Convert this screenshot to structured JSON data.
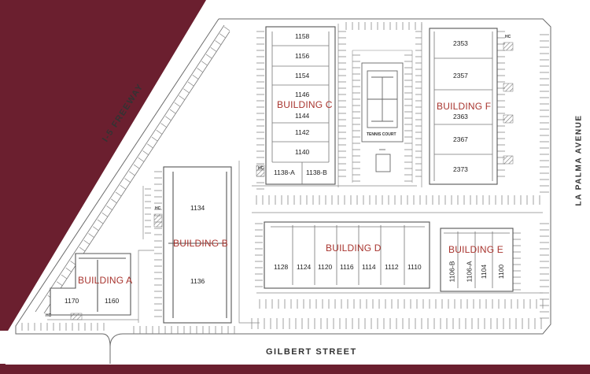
{
  "colors": {
    "background_maroon": "#6b1f2f",
    "building_label": "#a8342e",
    "outline": "#6a6a6a"
  },
  "streets": {
    "freeway": "I-5 FREEWAY",
    "la_palma": "LA PALMA AVENUE",
    "gilbert": "GILBERT STREET"
  },
  "buildings": {
    "a": {
      "name": "BUILDING A",
      "units": [
        "1170",
        "1160"
      ]
    },
    "b": {
      "name": "BUILDING B",
      "units": [
        "1134",
        "1136"
      ]
    },
    "c": {
      "name": "BUILDING C",
      "units": [
        "1158",
        "1156",
        "1154",
        "1146",
        "1144",
        "1142",
        "1140",
        "1138-A",
        "1138-B"
      ]
    },
    "d": {
      "name": "BUILDING D",
      "units": [
        "1128",
        "1124",
        "1120",
        "1116",
        "1114",
        "1112",
        "1110"
      ]
    },
    "e": {
      "name": "BUILDING E",
      "units": [
        "1106-B",
        "1106-A",
        "1104",
        "1100"
      ]
    },
    "f": {
      "name": "BUILDING F",
      "units": [
        "2353",
        "2357",
        "2363",
        "2367",
        "2373"
      ]
    }
  },
  "tennis_court": "TENNIS COURT",
  "hc_label": "HC"
}
